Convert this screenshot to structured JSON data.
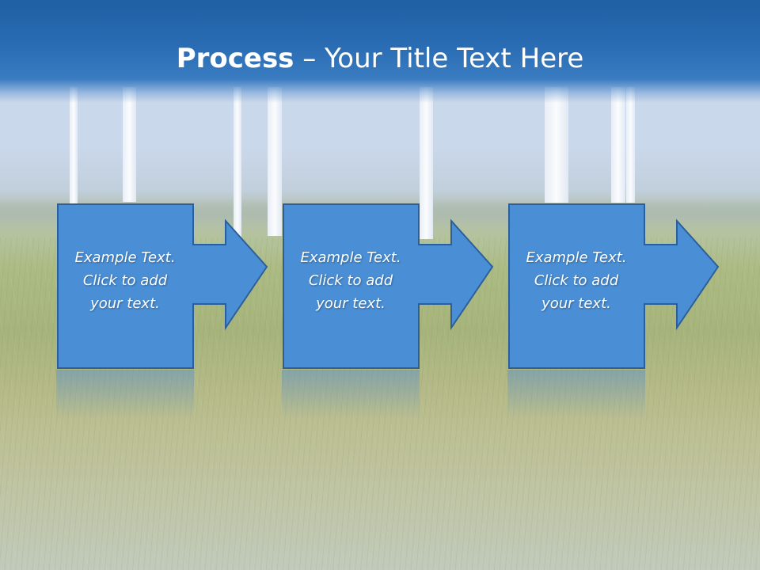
{
  "slide": {
    "title_bold": "Process",
    "title_rest": " – Your Title Text Here",
    "steps": [
      {
        "lines": [
          "Example Text.",
          "Click  to add",
          "your text."
        ]
      },
      {
        "lines": [
          "Example Text.",
          "Click  to add",
          "your text."
        ]
      },
      {
        "lines": [
          "Example Text.",
          "Click  to add",
          "your text."
        ]
      }
    ]
  },
  "colors": {
    "header_blue": "#2a6db4",
    "box_fill": "#4a8fd6",
    "box_stroke": "#2c5f9a",
    "text": "#ffffff"
  },
  "background": {
    "scene": "wind turbine towers over grassy field"
  },
  "icons": {
    "step_shape": "arrow-right-box-icon"
  }
}
